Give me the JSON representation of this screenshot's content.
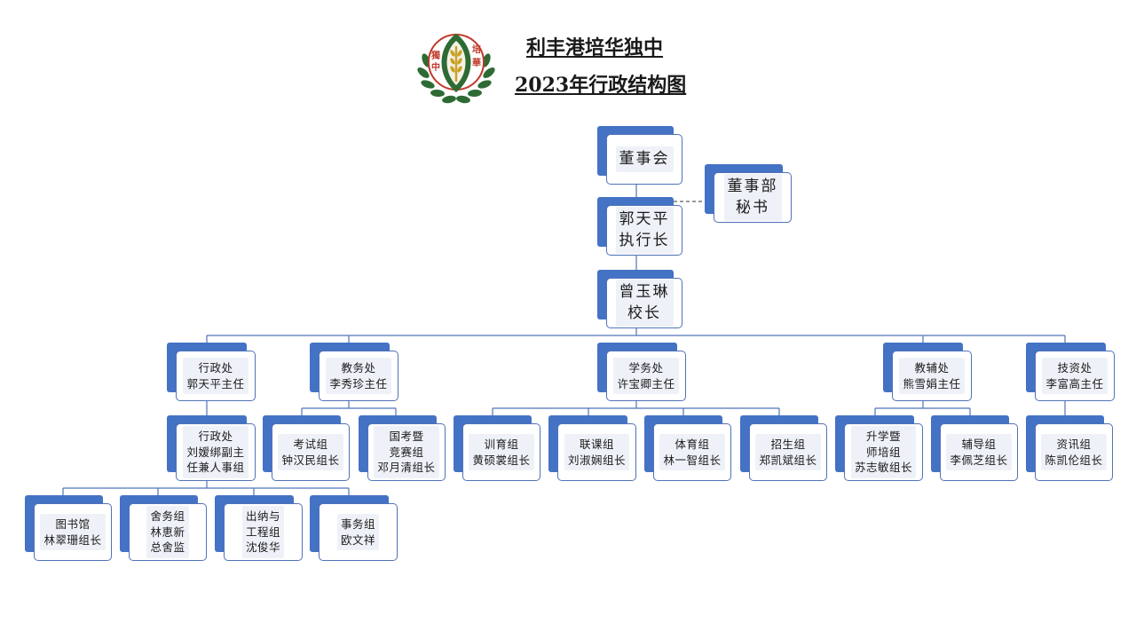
{
  "header": {
    "school_name": "利丰港培华独中",
    "chart_title": "2023年行政结构图",
    "logo_text": "獨中培華"
  },
  "colors": {
    "accent": "#4472c4",
    "border": "#4f73b8",
    "line": "#4f73b8",
    "fill": "#eef2f8"
  },
  "org": {
    "board": "董事会",
    "board_secretary": "董事部\n秘书",
    "ceo": "郭天平\n执行长",
    "principal": "曾玉琳\n校长",
    "departments": [
      "行政处\n郭天平主任",
      "教务处\n李秀珍主任",
      "学务处\n许宝卿主任",
      "教辅处\n熊雪娟主任",
      "技资处\n李富高主任"
    ],
    "groups": [
      "行政处\n刘嫒绑副主\n任兼人事组",
      "考试组\n钟汉民组长",
      "国考暨\n竞赛组\n邓月清组长",
      "训育组\n黄硕裳组长",
      "联课组\n刘淑娴组长",
      "体育组\n林一智组长",
      "招生组\n郑凯斌组长",
      "升学暨\n师培组\n苏志敏组长",
      "辅导组\n李佩芝组长",
      "资讯组\n陈凯伦组长"
    ],
    "subgroups": [
      "图书馆\n林翠珊组长",
      "舍务组\n林恵新\n总舍监",
      "出纳与\n工程组\n沈俊华",
      "事务组\n欧文祥"
    ]
  }
}
